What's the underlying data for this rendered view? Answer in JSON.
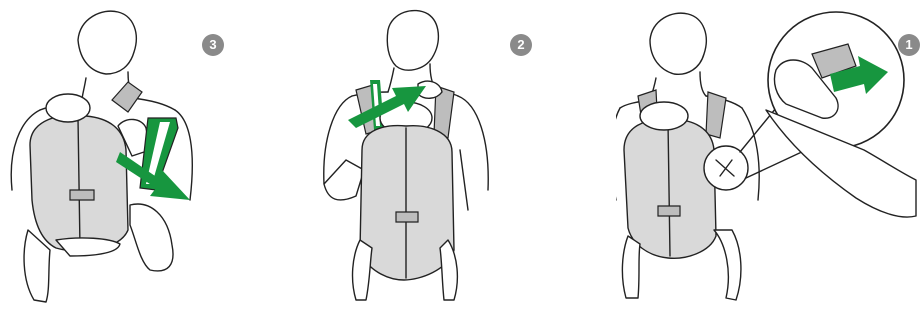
{
  "steps": [
    {
      "number": "3"
    },
    {
      "number": "2"
    },
    {
      "number": "1"
    }
  ],
  "colors": {
    "badge": "#8a8a8a",
    "arrow": "#17963f",
    "carrier": "#d9d9d9",
    "line": "#222222"
  },
  "icons": [
    "pull-down-arrow-icon",
    "pull-up-arrow-icon",
    "push-buckle-arrow-icon",
    "magnifier-circle"
  ]
}
